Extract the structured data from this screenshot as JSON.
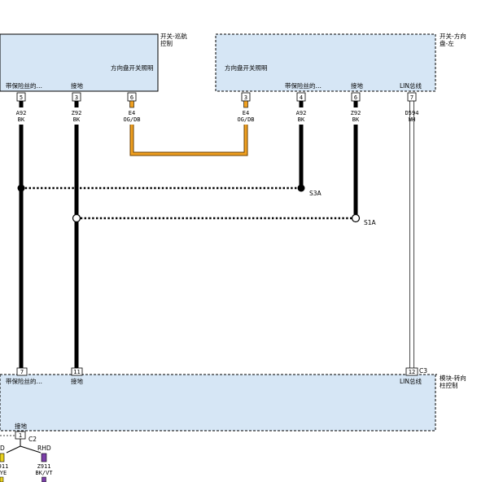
{
  "modules": {
    "cruise_switch": {
      "name": "开关-巡航控制",
      "label": "方向盘开关照明"
    },
    "dir_switch": {
      "name": "开关-方向盘-左",
      "label": "方向盘开关照明"
    },
    "module_column": {
      "name": "模块-转向柱控制"
    }
  },
  "pin_labels": {
    "fused": "带保险丝的…",
    "ground": "接地",
    "lin": "LIN总线"
  },
  "wires": {
    "a92": {
      "id": "A92",
      "color": "BK"
    },
    "z92": {
      "id": "Z92",
      "color": "BK"
    },
    "e4": {
      "id": "E4",
      "color": "OG/DB"
    },
    "d594": {
      "id": "D594",
      "color": "WH"
    },
    "z911": {
      "id": "Z911",
      "color": "BK/VT"
    },
    "z911_left": {
      "id": "911",
      "color": "YE"
    }
  },
  "pins": {
    "p5": "5",
    "p3": "3",
    "p6": "6",
    "p4": "4",
    "p7": "7",
    "p11": "11",
    "p12": "12",
    "p1": "1"
  },
  "connectors": {
    "c3": "C3",
    "c2": "C2"
  },
  "splices": {
    "s3a": "S3A",
    "s1a": "S1A"
  },
  "variants": {
    "lhd": "D",
    "rhd": "RHD"
  },
  "colors": {
    "module_fill": "#d6e6f5",
    "wire_black": "#000000",
    "wire_orange": "#f0a020",
    "wire_violet": "#7b3fa8",
    "wire_yellow": "#e8d020"
  }
}
